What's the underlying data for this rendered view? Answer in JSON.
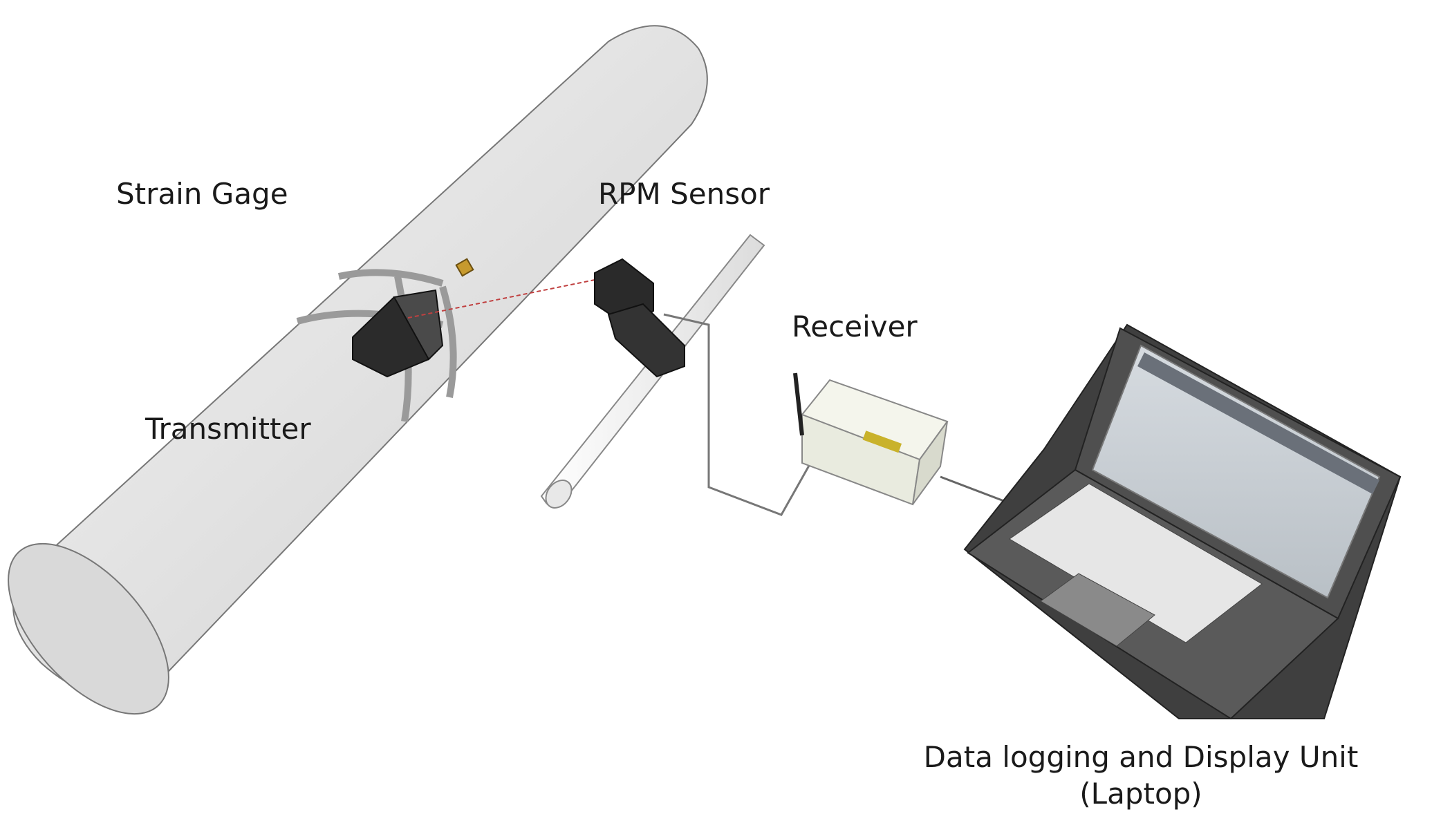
{
  "labels": {
    "strain_gage": "Strain Gage",
    "rpm_sensor": "RPM Sensor",
    "receiver": "Receiver",
    "transmitter": "Transmitter",
    "laptop_line1": "Data logging and Display Unit",
    "laptop_line2": "(Laptop)"
  },
  "colors": {
    "shaft": "#eaeaea",
    "device_dark": "#2b2b2b",
    "receiver_box": "#eef0e6",
    "laptop_body": "#4a4a4a",
    "signal_line": "#c04040"
  }
}
